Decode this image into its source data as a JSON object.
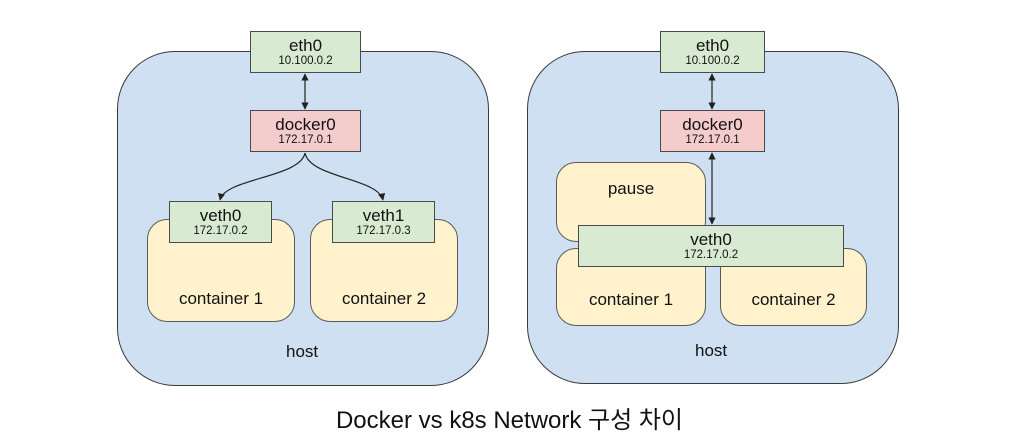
{
  "docker": {
    "eth0": {
      "name": "eth0",
      "ip": "10.100.0.2"
    },
    "docker0": {
      "name": "docker0",
      "ip": "172.17.0.1"
    },
    "veth0": {
      "name": "veth0",
      "ip": "172.17.0.2"
    },
    "veth1": {
      "name": "veth1",
      "ip": "172.17.0.3"
    },
    "container1": "container 1",
    "container2": "container 2",
    "host": "host"
  },
  "k8s": {
    "eth0": {
      "name": "eth0",
      "ip": "10.100.0.2"
    },
    "docker0": {
      "name": "docker0",
      "ip": "172.17.0.1"
    },
    "pause": "pause",
    "veth0": {
      "name": "veth0",
      "ip": "172.17.0.2"
    },
    "container1": "container 1",
    "container2": "container 2",
    "host": "host"
  },
  "caption": "Docker vs k8s Network 구성 차이"
}
